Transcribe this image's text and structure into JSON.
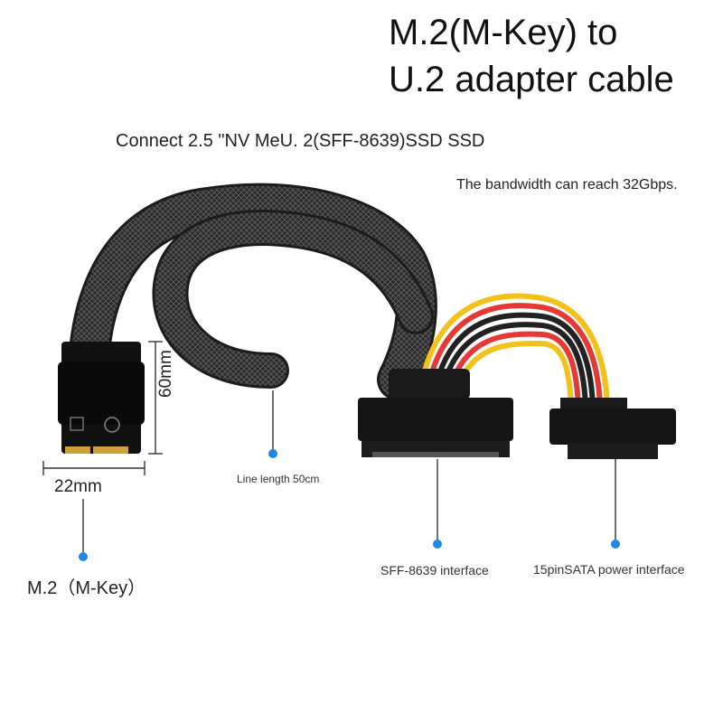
{
  "title_line1": "M.2(M-Key) to",
  "title_line2": "U.2 adapter cable",
  "subtitle": "Connect 2.5 \"NV MeU. 2(SFF-8639)SSD SSD",
  "bandwidth": "The bandwidth can reach 32Gbps.",
  "labels": {
    "line_length": "Line length 50cm",
    "sff": "SFF-8639 interface",
    "sata": "15pinSATA power interface",
    "m2": "M.2（M-Key）",
    "dim_width": "22mm",
    "dim_height": "60mm"
  },
  "colors": {
    "callout_dot": "#1e88e5",
    "cable": "#2b2b2b",
    "pcb": "#111111",
    "gold": "#c9a23a"
  }
}
